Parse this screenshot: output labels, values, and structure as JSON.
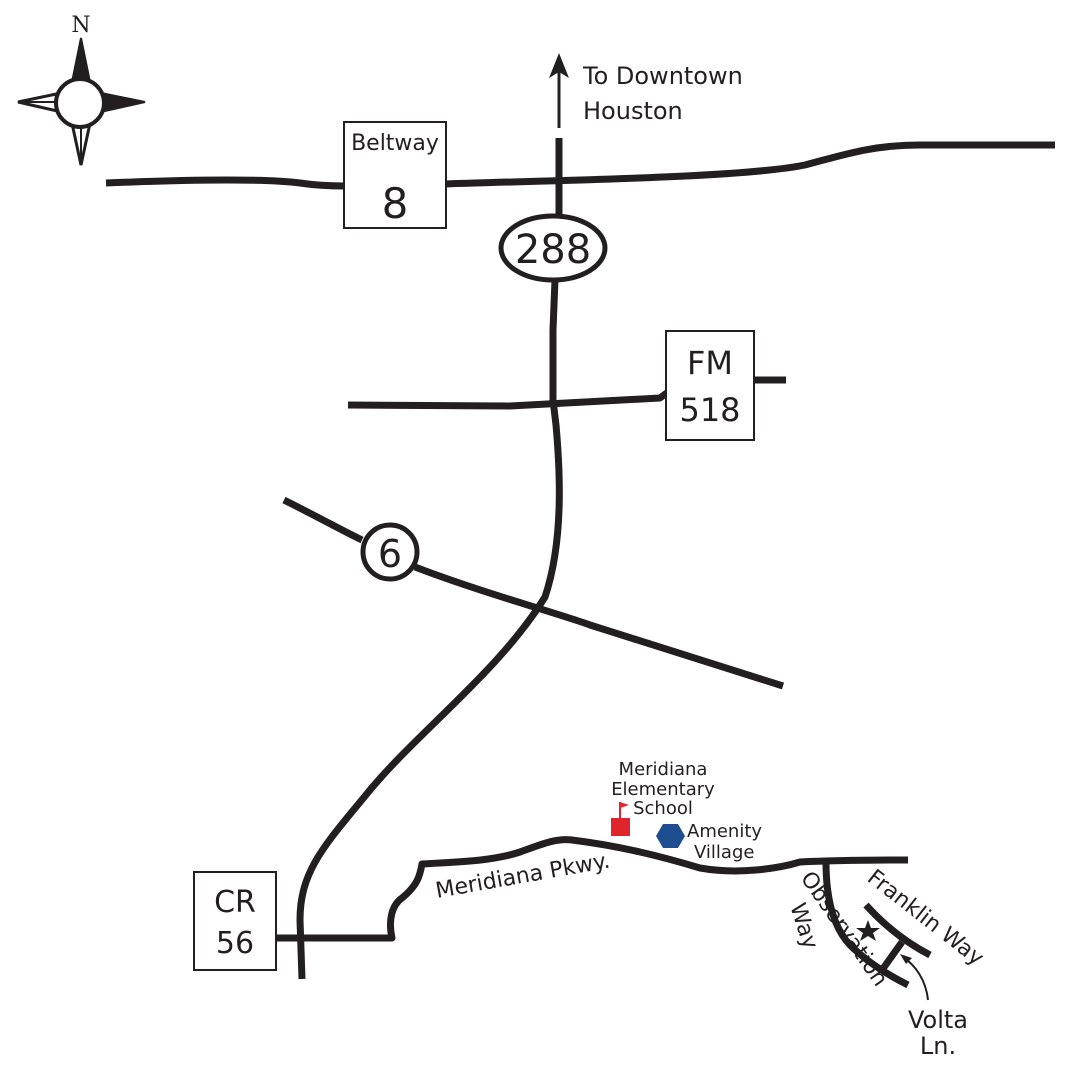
{
  "compass": {
    "north_label": "N"
  },
  "destination": {
    "line1": "To Downtown",
    "line2": "Houston"
  },
  "highways": {
    "beltway": {
      "name": "Beltway",
      "number": "8"
    },
    "sh288": {
      "number": "288"
    },
    "fm518": {
      "name": "FM",
      "number": "518"
    },
    "us6": {
      "number": "6"
    },
    "cr56": {
      "name": "CR",
      "number": "56"
    }
  },
  "streets": {
    "meridiana_pkwy": "Meridiana Pkwy.",
    "observation_1": "Observation",
    "observation_2": "Way",
    "franklin": "Franklin Way",
    "volta_1": "Volta",
    "volta_2": "Ln."
  },
  "landmarks": {
    "school": {
      "line1": "Meridiana",
      "line2": "Elementary",
      "line3": "School",
      "color": "#e0242c"
    },
    "amenity": {
      "line1": "Amenity",
      "line2": "Village",
      "color": "#1d4e8f"
    }
  },
  "colors": {
    "road": "#231f20",
    "background": "#ffffff"
  },
  "icons": [
    "compass-rose-icon",
    "north-arrow-icon",
    "school-icon",
    "amenity-hexagon-icon",
    "destination-star-icon"
  ]
}
